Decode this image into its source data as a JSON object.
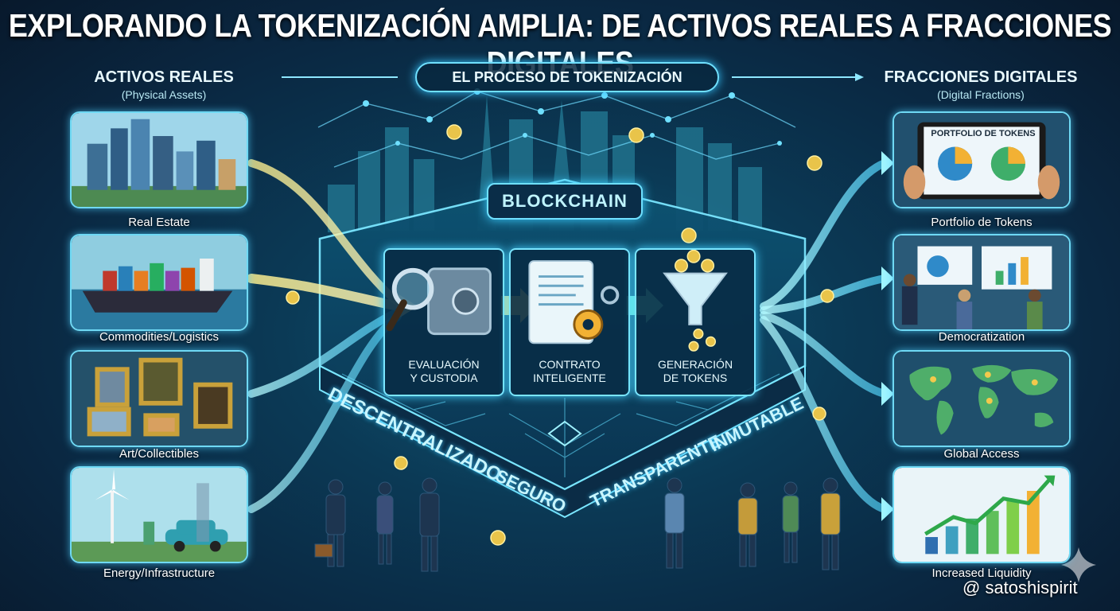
{
  "title": "EXPLORANDO LA TOKENIZACIÓN AMPLIA: DE ACTIVOS REALES A FRACCIONES DIGITALES",
  "left_section": {
    "heading": "ACTIVOS REALES",
    "subheading": "(Physical Assets)"
  },
  "center_section": {
    "heading": "EL PROCESO DE TOKENIZACIÓN"
  },
  "right_section": {
    "heading": "FRACCIONES DIGITALES",
    "subheading": "(Digital Fractions)"
  },
  "assets": [
    {
      "label": "Real Estate",
      "icon": "city-skyline-icon"
    },
    {
      "label": "Commodities/Logistics",
      "icon": "cargo-ship-icon"
    },
    {
      "label": "Art/Collectibles",
      "icon": "paintings-icon"
    },
    {
      "label": "Energy/Infrastructure",
      "icon": "wind-turbine-icon"
    }
  ],
  "outcomes": [
    {
      "label": "Portfolio de Tokens",
      "icon": "tablet-portfolio-icon",
      "screen_text": "PORTFOLIO DE TOKENS"
    },
    {
      "label": "Democratization",
      "icon": "people-meeting-icon"
    },
    {
      "label": "Global Access",
      "icon": "world-map-icon"
    },
    {
      "label": "Increased Liquidity",
      "icon": "growth-chart-icon"
    }
  ],
  "blockchain": {
    "label": "BLOCKCHAIN",
    "steps": [
      {
        "line1": "EVALUACIÓN",
        "line2": "Y CUSTODIA",
        "icon": "magnifier-vault-icon"
      },
      {
        "line1": "CONTRATO",
        "line2": "INTELIGENTE",
        "icon": "contract-gears-icon"
      },
      {
        "line1": "GENERACIÓN",
        "line2": "DE TOKENS",
        "icon": "token-funnel-icon"
      }
    ],
    "properties": [
      "DESCENTRALIZADO",
      "SEGURO",
      "TRANSPARENTE",
      "INMUTABLE"
    ]
  },
  "colors": {
    "accent": "#6fe0ff",
    "glow": "#36c6ff",
    "arrow_gold": "#f2e27a",
    "arrow_cyan": "#7ff3ff"
  },
  "watermark": "@ satoshispirit"
}
